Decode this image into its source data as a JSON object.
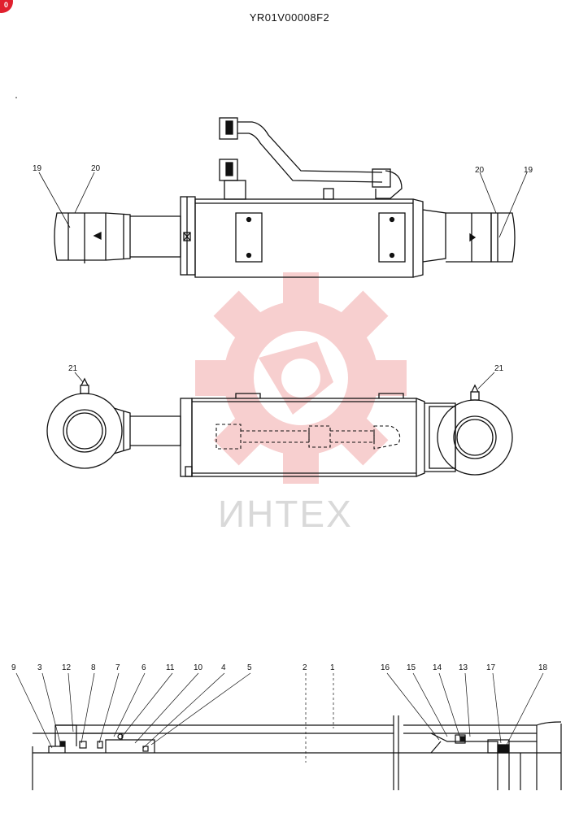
{
  "document_code": "YR01V00008F2",
  "corner_badge": "0",
  "watermark": {
    "brand": "ИНТЕХ",
    "color": "#f0aaaa"
  },
  "callouts": {
    "top_left_a": "19",
    "top_left_b": "20",
    "top_right_a": "20",
    "top_right_b": "19",
    "mid_left": "21",
    "mid_right": "21",
    "section": [
      "9",
      "3",
      "12",
      "8",
      "7",
      "6",
      "11",
      "10",
      "4",
      "5",
      "2",
      "1",
      "16",
      "15",
      "14",
      "13",
      "17",
      "18"
    ]
  },
  "colors": {
    "line": "#111111",
    "brand_red": "#e0202e"
  }
}
